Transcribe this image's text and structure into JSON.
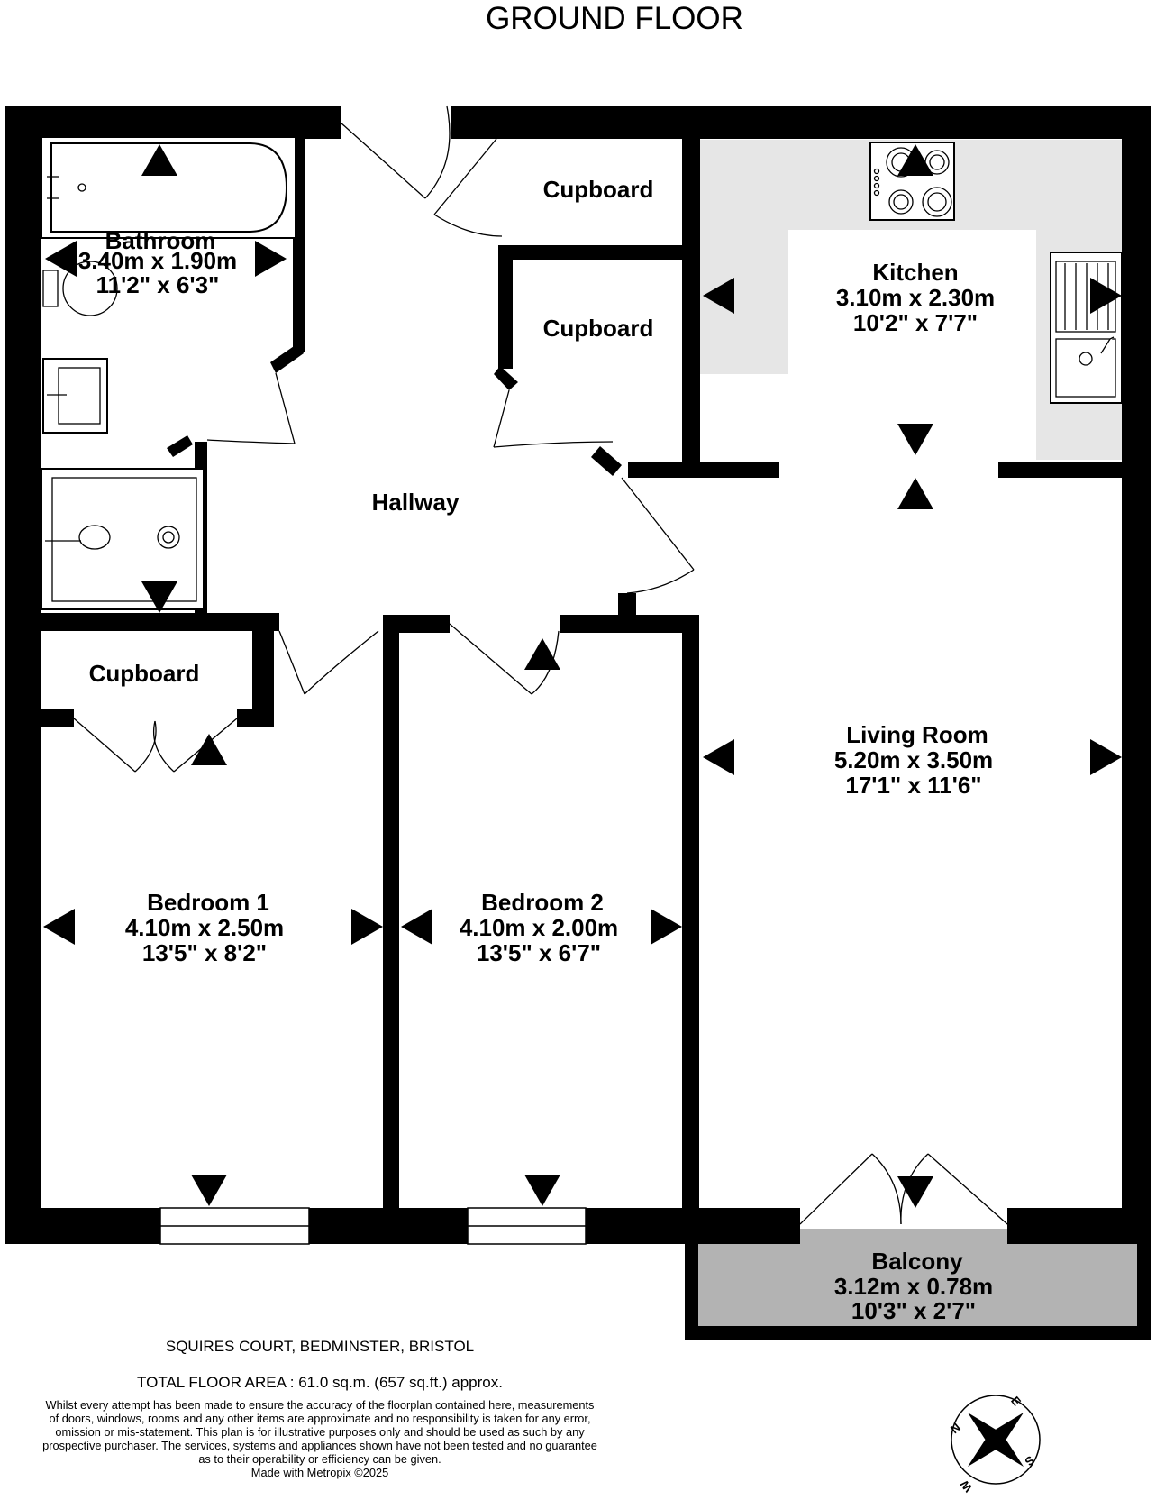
{
  "title": "GROUND FLOOR",
  "rooms": {
    "bathroom": {
      "name": "Bathroom",
      "metric": "3.40m  x 1.90m",
      "imperial": "11'2\"  x 6'3\""
    },
    "cupboard_top": {
      "name": "Cupboard"
    },
    "cupboard_mid": {
      "name": "Cupboard"
    },
    "cupboard_left": {
      "name": "Cupboard"
    },
    "kitchen": {
      "name": "Kitchen",
      "metric": "3.10m  x 2.30m",
      "imperial": "10'2\"  x 7'7\""
    },
    "hallway": {
      "name": "Hallway"
    },
    "living_room": {
      "name": "Living Room",
      "metric": "5.20m  x 3.50m",
      "imperial": "17'1\"  x 11'6\""
    },
    "bedroom1": {
      "name": "Bedroom 1",
      "metric": "4.10m  x 2.50m",
      "imperial": "13'5\"  x 8'2\""
    },
    "bedroom2": {
      "name": "Bedroom 2",
      "metric": "4.10m  x 2.00m",
      "imperial": "13'5\"  x 6'7\""
    },
    "balcony": {
      "name": "Balcony",
      "metric": "3.12m  x 0.78m",
      "imperial": "10'3\"  x 2'7\""
    }
  },
  "footer": {
    "address": "SQUIRES COURT, BEDMINSTER, BRISTOL",
    "total_area": "TOTAL FLOOR AREA : 61.0 sq.m. (657 sq.ft.) approx.",
    "disclaimer": [
      "Whilst every attempt has been made to ensure the accuracy of the floorplan contained here, measurements",
      "of doors, windows, rooms and any other items are approximate and no responsibility is taken for any error,",
      "omission or mis-statement. This plan is for illustrative purposes only and should be used as such by any",
      "prospective purchaser. The services, systems and appliances shown have not been tested and no guarantee",
      "as to their operability or efficiency can be given."
    ],
    "made_with": "Made with Metropix ©2025"
  },
  "compass": {
    "n": "N",
    "e": "E",
    "s": "S",
    "w": "W"
  },
  "colors": {
    "wall": "#000000",
    "kitchen_counter": "#e6e6e6",
    "balcony": "#b3b3b3",
    "background": "#ffffff"
  }
}
